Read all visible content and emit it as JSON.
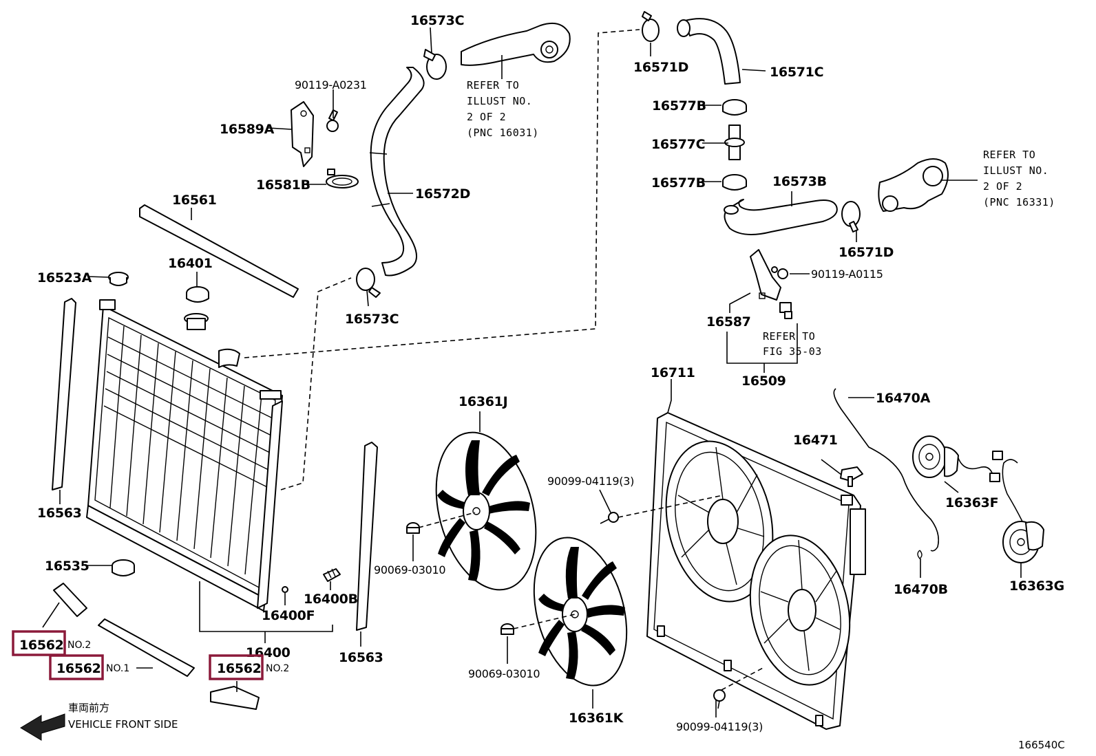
{
  "diagram_id": "166540C",
  "parts": {
    "p16573C_top": "16573C",
    "p90119_A0231": "90119-A0231",
    "p16589A": "16589A",
    "p16581B": "16581B",
    "p16572D": "16572D",
    "p16573C_bot": "16573C",
    "p16561": "16561",
    "p16401": "16401",
    "p16523A": "16523A",
    "p16563_left": "16563",
    "p16563_mid": "16563",
    "p16535": "16535",
    "p16400F": "16400F",
    "p16400B": "16400B",
    "p16400": "16400",
    "p16562_a": "16562",
    "p16562_b": "16562",
    "p16562_c": "16562",
    "p16361J": "16361J",
    "p16361K": "16361K",
    "p90069_03010_a": "90069-03010",
    "p90069_03010_b": "90069-03010",
    "p90099_04119_a": "90099-04119(3)",
    "p90099_04119_b": "90099-04119(3)",
    "p16711": "16711",
    "p16471": "16471",
    "p16470A": "16470A",
    "p16470B": "16470B",
    "p16363F": "16363F",
    "p16363G": "16363G",
    "p16571D_top": "16571D",
    "p16571C": "16571C",
    "p16577B_a": "16577B",
    "p16577C": "16577C",
    "p16577B_b": "16577B",
    "p16573B": "16573B",
    "p16571D_bot": "16571D",
    "p90119_A0115": "90119-A0115",
    "p16587": "16587",
    "p16509": "16509"
  },
  "qualifiers": {
    "no2_a": "NO.2",
    "no1": "NO.1",
    "no2_b": "NO.2"
  },
  "notes": {
    "refer_left": [
      "REFER TO",
      "ILLUST NO.",
      "2 OF 2",
      "(PNC 16031)"
    ],
    "refer_right": [
      "REFER TO",
      "ILLUST NO.",
      "2 OF 2",
      "(PNC 16331)"
    ],
    "refer_fig": [
      "REFER TO",
      "FIG 35-03"
    ]
  },
  "direction": {
    "jp": "車両前方",
    "en": "VEHICLE FRONT SIDE"
  },
  "highlight_color": "#8b1a3a"
}
